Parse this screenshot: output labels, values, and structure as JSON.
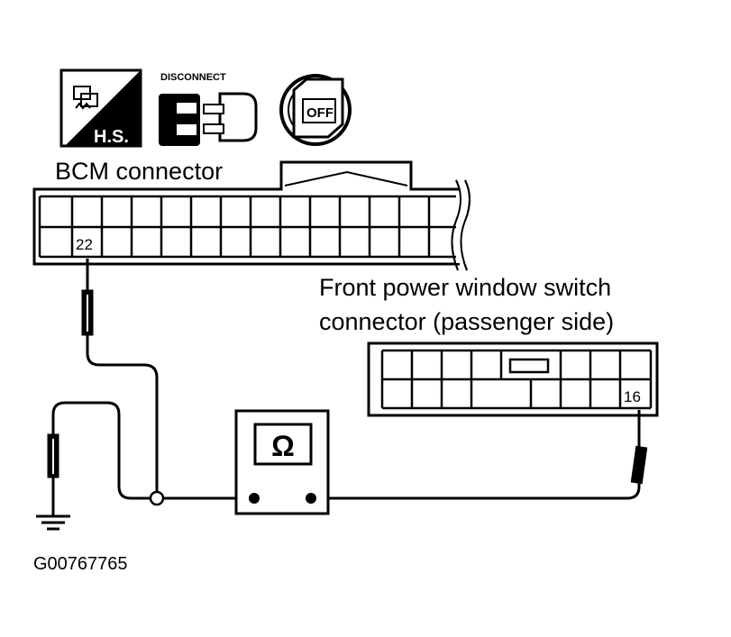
{
  "icons": {
    "hs_label": "H.S.",
    "disconnect_label": "DISCONNECT",
    "off_label": "OFF"
  },
  "bcm_connector": {
    "label": "BCM connector",
    "pin": "22"
  },
  "window_switch_connector": {
    "label_line1": "Front power window switch",
    "label_line2": "connector (passenger side)",
    "pin": "16"
  },
  "meter": {
    "symbol": "Ω"
  },
  "ground_icon": "ground-symbol-icon",
  "figure_code": "G00767765"
}
